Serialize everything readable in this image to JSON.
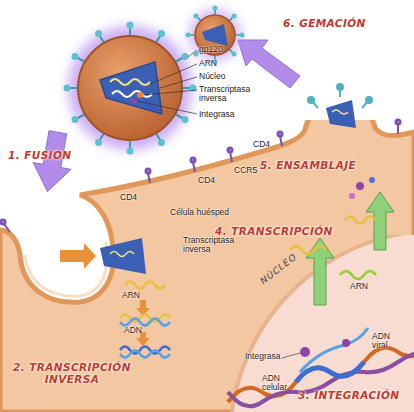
{
  "diagram": {
    "nodes": [
      {
        "text": [
          "Célula huésped"
        ]
      },
      {
        "text": [
          "NÚCLEO"
        ],
        "in": 0
      }
    ],
    "labels": [
      "6. GEMACIÓN",
      "gp120",
      "ARN",
      "Núcleo",
      "Transcriptasa inversa",
      "Integrasa",
      "1. FUSIÓN",
      "5. ENSAMBLAJE",
      "CD4",
      "CCR5",
      "CD4",
      "CD4",
      "Transcriptasa inversa",
      "4. TRANSCRIPCIÓN",
      "ARN",
      "ADN",
      "ARN",
      "ADN viral",
      "Integrasa",
      "2. TRANSCRIPCIÓN INVERSA",
      "3. INTEGRACIÓN",
      "ADN celular"
    ]
  }
}
